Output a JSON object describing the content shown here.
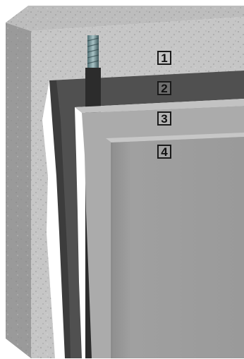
{
  "layers": [
    {
      "number": "1",
      "color": "#c9c9c9"
    },
    {
      "number": "2",
      "color": "#5a5a5a"
    },
    {
      "number": "3",
      "color": "#a9a9a9"
    },
    {
      "number": "4",
      "color": "#9b9b9b"
    }
  ]
}
